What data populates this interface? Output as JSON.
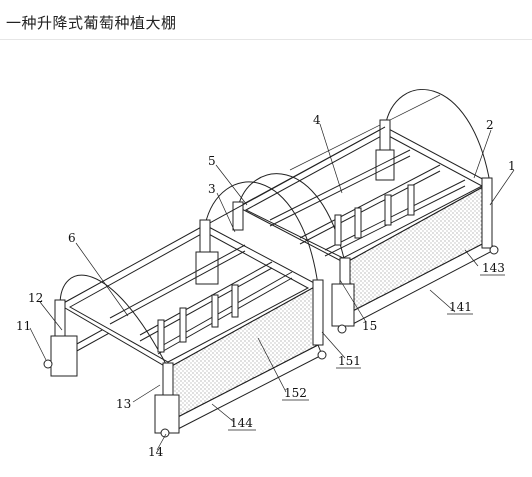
{
  "page": {
    "title": "一种升降式葡萄种植大棚"
  },
  "callouts": [
    {
      "id": "c1",
      "text": "1"
    },
    {
      "id": "c2",
      "text": "2"
    },
    {
      "id": "c3",
      "text": "3"
    },
    {
      "id": "c4",
      "text": "4"
    },
    {
      "id": "c5",
      "text": "5"
    },
    {
      "id": "c6",
      "text": "6"
    },
    {
      "id": "c11",
      "text": "11"
    },
    {
      "id": "c12",
      "text": "12"
    },
    {
      "id": "c13",
      "text": "13"
    },
    {
      "id": "c14",
      "text": "14"
    },
    {
      "id": "c15",
      "text": "15"
    },
    {
      "id": "c141",
      "text": "141"
    },
    {
      "id": "c143",
      "text": "143"
    },
    {
      "id": "c144",
      "text": "144"
    },
    {
      "id": "c151",
      "text": "151"
    },
    {
      "id": "c152",
      "text": "152"
    }
  ]
}
